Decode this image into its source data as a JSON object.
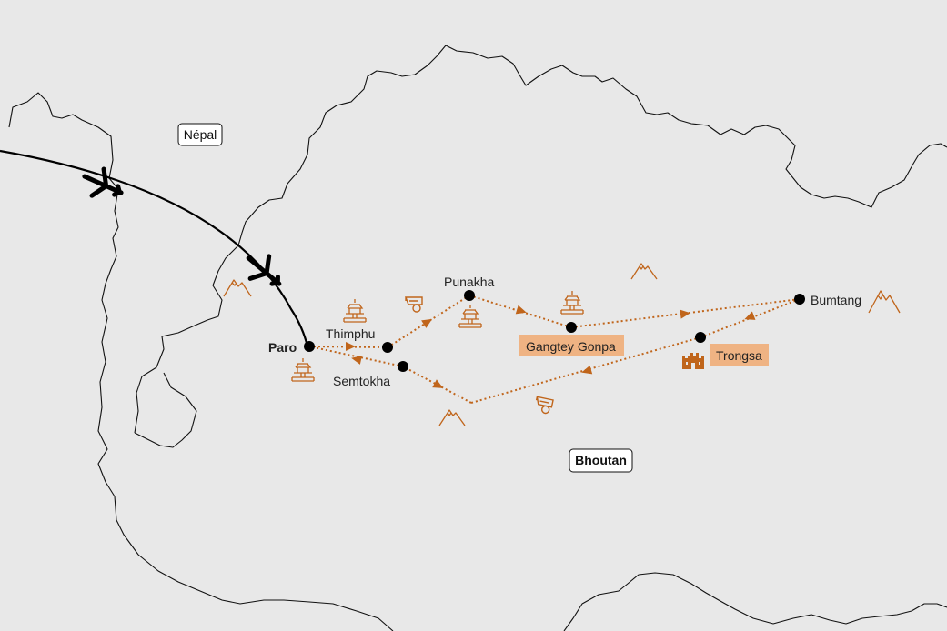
{
  "countries": [
    {
      "name": "Népal"
    },
    {
      "name": "Bhoutan"
    }
  ],
  "places": {
    "paro": "Paro",
    "thimphu": "Thimphu",
    "semtokha": "Semtokha",
    "punakha": "Punakha",
    "gangtey": "Gangtey Gonpa",
    "trongsa": "Trongsa",
    "bumtang": "Bumtang"
  },
  "colors": {
    "background": "#e8e8e8",
    "border": "#111111",
    "route": "#c0651b",
    "highlight": "#efb383",
    "city_dot": "#000000"
  },
  "icons": [
    "plane-icon",
    "mountain-icon",
    "temple-icon",
    "cart-icon",
    "castle-icon"
  ]
}
